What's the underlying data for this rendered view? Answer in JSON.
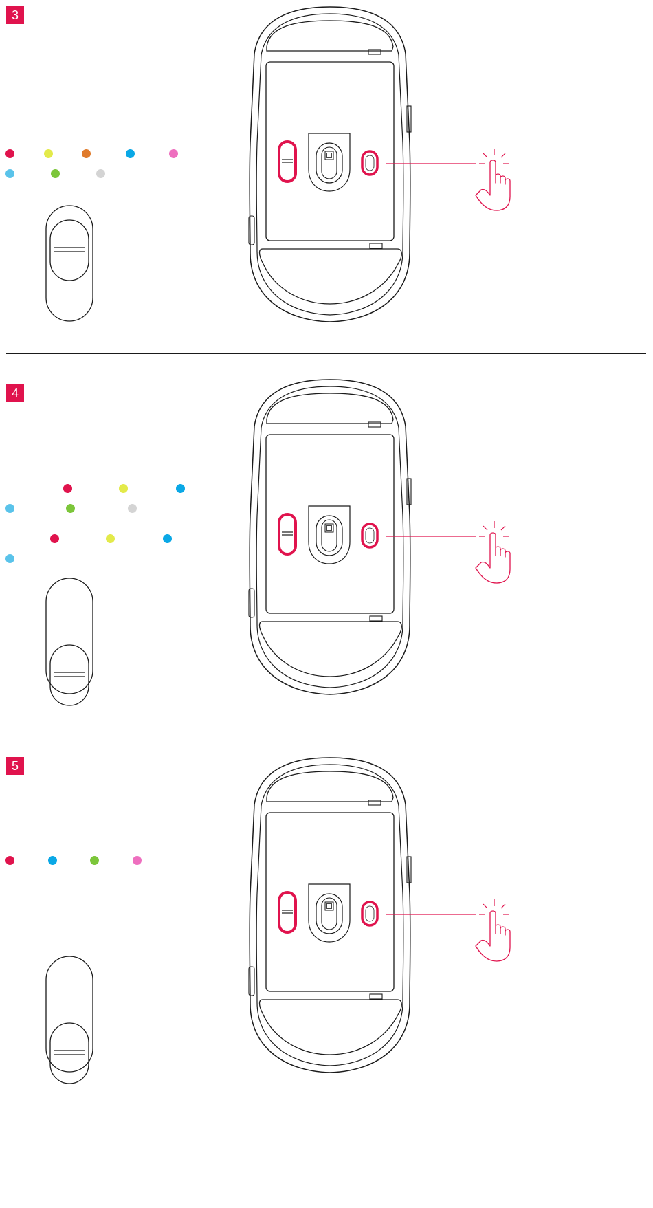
{
  "colors": {
    "accent": "#e0134d",
    "outline": "#1a1a1a",
    "background": "#ffffff"
  },
  "icons": [
    "mouse-bottom-view",
    "slide-switch",
    "tap-hand-icon"
  ],
  "steps": [
    {
      "number": "3",
      "switch_position": "top",
      "indicator_rows": [
        [
          "#e0134d",
          "#e3ea4a",
          "#e07b2c",
          "#0aa8e6",
          "#ee6fbf"
        ],
        [
          "#5ac3ea",
          "#7cc63a",
          "#d4d4d4"
        ]
      ]
    },
    {
      "number": "4",
      "switch_position": "bottom",
      "indicator_rows": [
        [
          "#e0134d",
          "#e3ea4a",
          "#0aa8e6"
        ],
        [
          "#5ac3ea",
          "#7cc63a",
          "#d4d4d4"
        ],
        [
          "#e0134d",
          "#e3ea4a",
          "#0aa8e6"
        ],
        [
          "#5ac3ea"
        ]
      ]
    },
    {
      "number": "5",
      "switch_position": "bottom",
      "indicator_rows": [
        [
          "#e0134d",
          "#0aa8e6",
          "#7cc63a",
          "#ee6fbf"
        ]
      ]
    }
  ]
}
